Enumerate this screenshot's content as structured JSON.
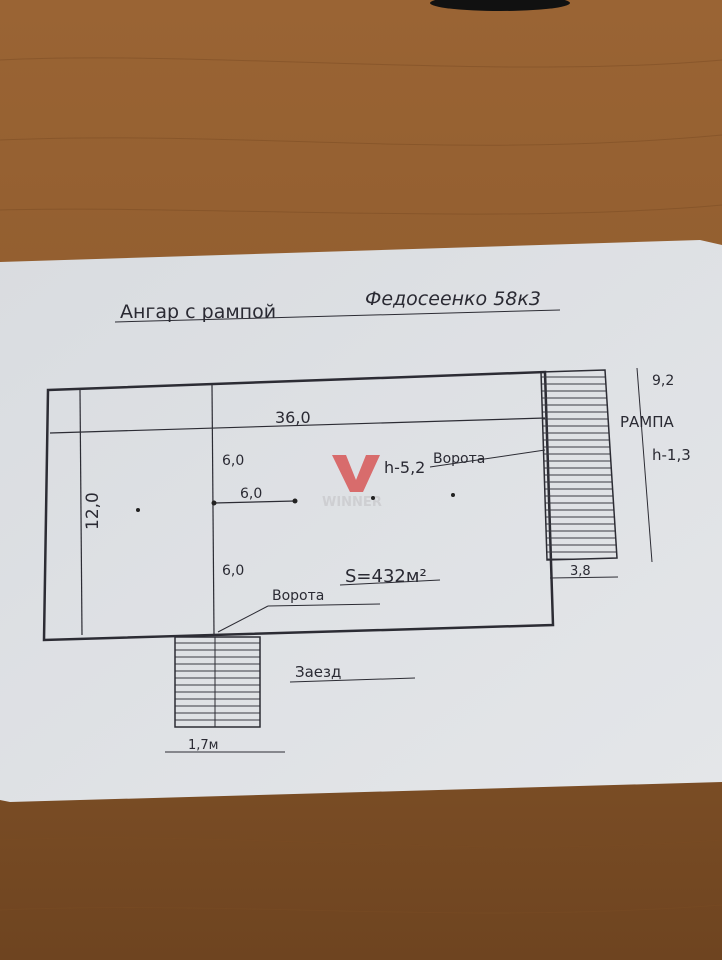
{
  "title": "Ангар с рампой",
  "address": "Федосеенко 58к3",
  "dimensions": {
    "length": "36,0",
    "width": "12,0",
    "half_top": "6,0",
    "half_bottom": "6,0",
    "span": "6,0",
    "height": "h-5,2",
    "area": "S=432м²"
  },
  "gates": {
    "side": "Ворота",
    "front": "Ворота"
  },
  "ramp": {
    "label": "РАМПА",
    "length": "9,2",
    "height": "h-1,3",
    "width": "3,8"
  },
  "entry": {
    "label": "Заезд",
    "width": "1,7м"
  },
  "watermark": "WINNER",
  "colors": {
    "wood": "#8a5a2e",
    "paper": "#dfe2e6",
    "ink": "#2c2c34",
    "watermark": "#d64545"
  }
}
